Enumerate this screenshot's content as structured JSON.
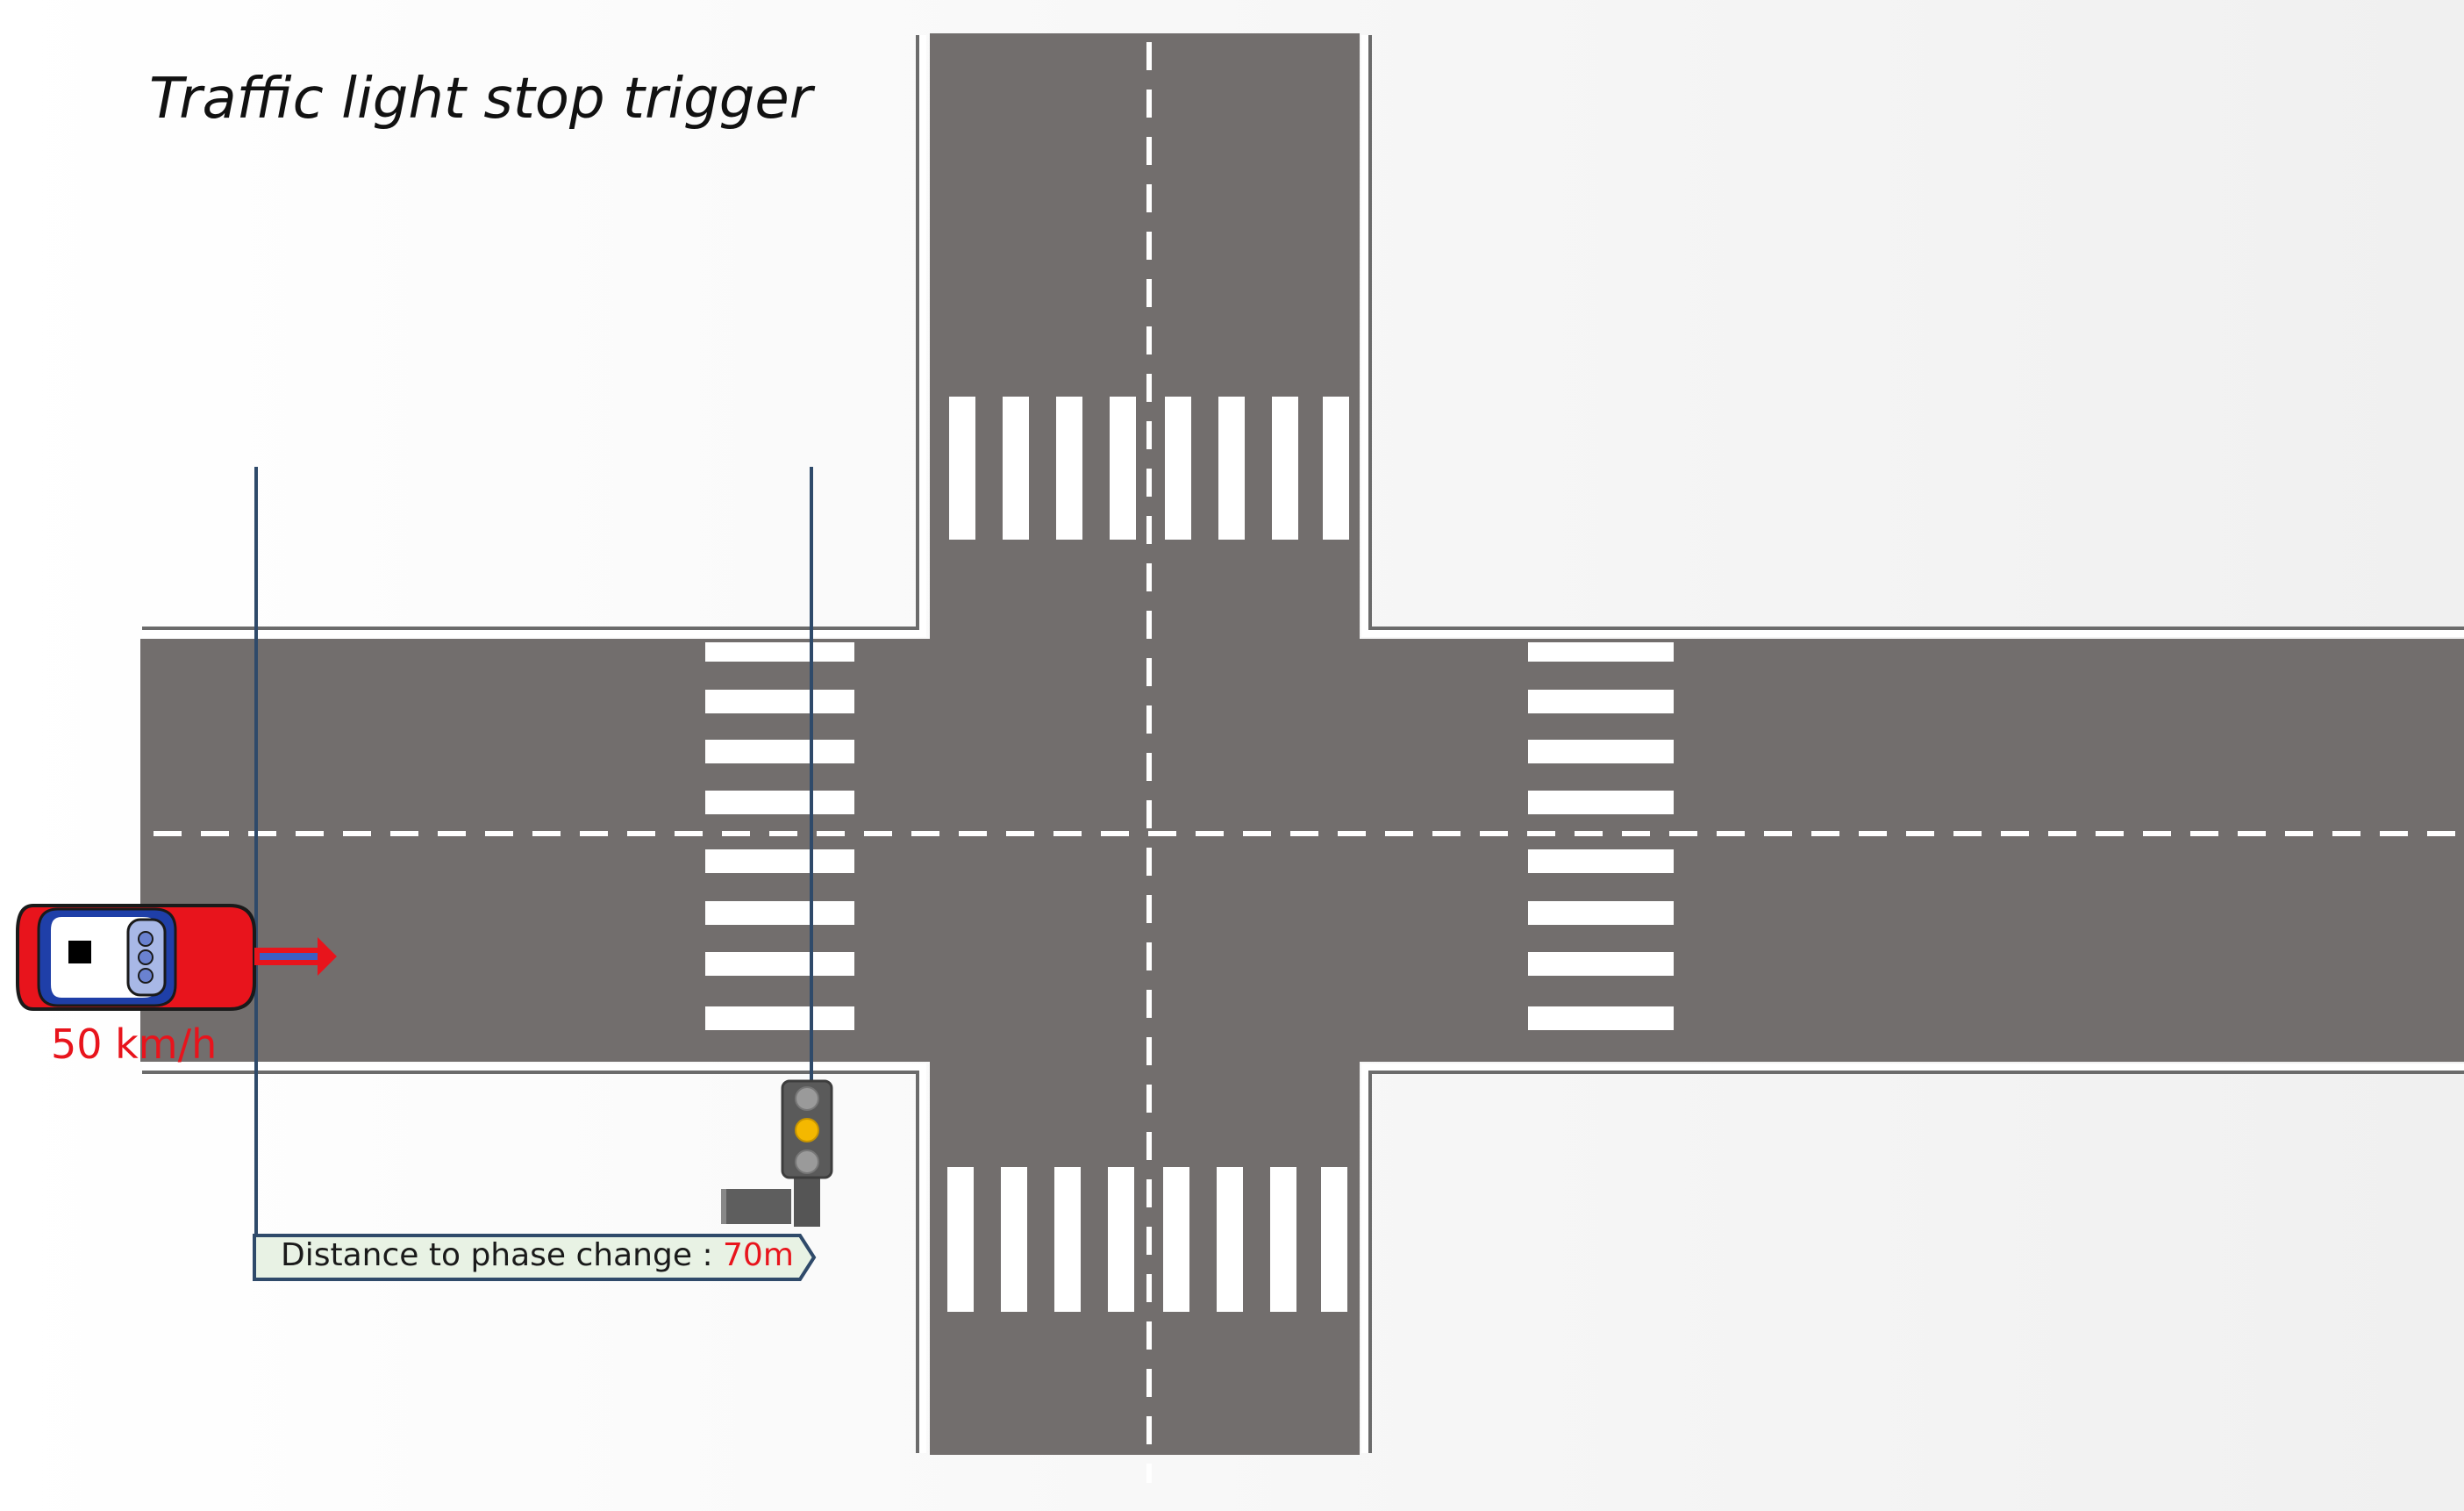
{
  "diagram": {
    "title": "Traffic light stop trigger",
    "vehicle": {
      "speed_label": "50 km/h",
      "body_color": "#e8141c",
      "cabin_color": "#1f3fa8"
    },
    "distance_callout": {
      "label": "Distance to phase change : ",
      "value": "70m",
      "value_color": "#e8141c"
    },
    "traffic_light": {
      "active_lamp": "amber",
      "lamp_colors": {
        "red": "#9a9a9a",
        "amber": "#f4b800",
        "green": "#9a9a9a"
      }
    },
    "colors": {
      "road": "#726e6d",
      "marking": "#ffffff",
      "background": "#f4f4f4",
      "guide_line": "#2f4a6a",
      "motion_arrow": "#e8141c"
    },
    "icons": {
      "vehicle": "car-topview-icon",
      "traffic_light": "traffic-light-icon",
      "motion": "direction-arrow-icon"
    }
  }
}
